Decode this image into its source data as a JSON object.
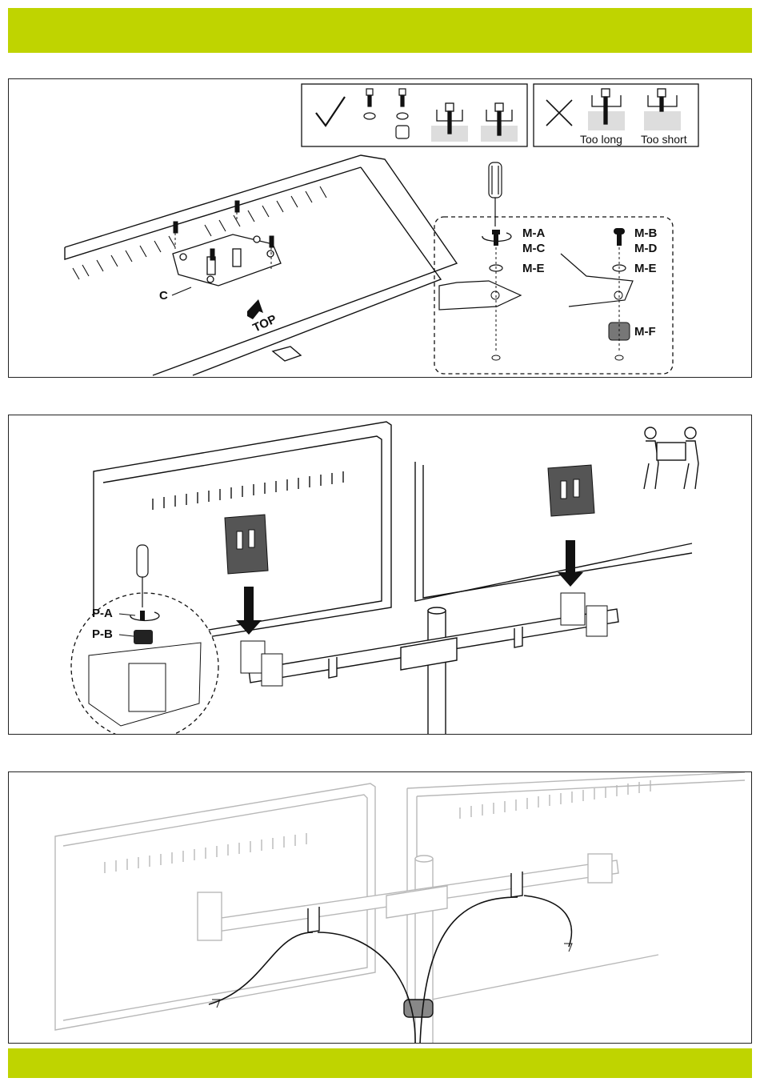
{
  "panel1": {
    "label_c": "C",
    "top_arrow": "TOP",
    "good_icon": "check-icon",
    "bad_icon": "cross-icon",
    "too_long": "Too long",
    "too_short": "Too short",
    "m_a": "M-A",
    "m_c": "M-C",
    "m_e": "M-E",
    "m_b": "M-B",
    "m_d": "M-D",
    "m_e2": "M-E",
    "m_f": "M-F"
  },
  "panel2": {
    "p_a": "P-A",
    "p_b": "P-B",
    "people_icon": "two-person-lift-icon"
  },
  "colors": {
    "accent": "#bfd400",
    "ink": "#111111",
    "faded": "#b8b8b8"
  }
}
